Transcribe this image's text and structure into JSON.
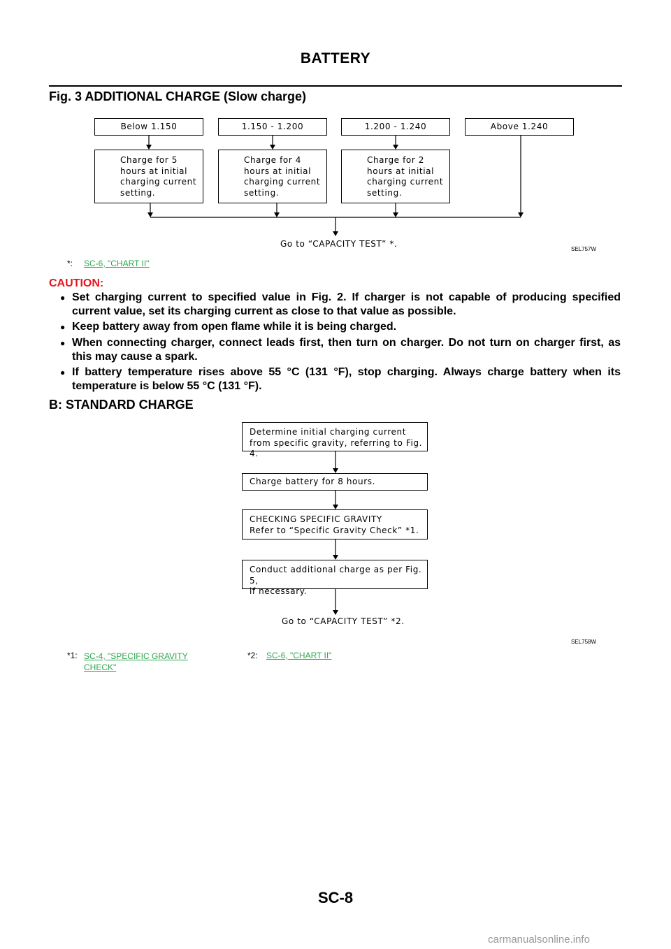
{
  "header": {
    "title": "BATTERY"
  },
  "fig3": {
    "heading": "Fig. 3 ADDITIONAL CHARGE (Slow charge)",
    "ranges": [
      "Below 1.150",
      "1.150 - 1.200",
      "1.200 - 1.240",
      "Above 1.240"
    ],
    "actions": [
      "Charge for 5\nhours at initial\ncharging current\nsetting.",
      "Charge for 4\nhours at initial\ncharging current\nsetting.",
      "Charge for 2\nhours at initial\ncharging current\nsetting."
    ],
    "goto": "Go to “CAPACITY TEST” *.",
    "figure_id": "SEL757W",
    "footnote": {
      "key": "*:",
      "link": "SC-6, \"CHART II\""
    }
  },
  "caution": {
    "label": "CAUTION:",
    "bullet_mark": "●",
    "items": [
      "Set charging current to specified value in Fig. 2. If charger is not capable of producing specified current value, set its charging current as close to that value as possible.",
      "Keep battery away from open flame while it is being charged.",
      "When connecting charger, connect leads first, then turn on charger. Do not turn on charger first, as this may cause a spark.",
      "If battery temperature rises above 55 °C (131 °F), stop charging. Always charge battery when its temperature is below 55 °C (131 °F)."
    ]
  },
  "standard": {
    "heading": "B: STANDARD CHARGE",
    "steps": [
      "Determine initial charging current\nfrom specific gravity, referring to Fig. 4.",
      "Charge battery for 8 hours.",
      "CHECKING SPECIFIC GRAVITY\nRefer to “Specific Gravity Check” *1.",
      "Conduct additional charge as per Fig. 5,\nif necessary."
    ],
    "goto": "Go to “CAPACITY TEST” *2.",
    "figure_id": "SEL758W",
    "footnotes": [
      {
        "key": "*1:",
        "link": "SC-4, \"SPECIFIC GRAVITY CHECK\""
      },
      {
        "key": "*2:",
        "link": "SC-6, \"CHART II\""
      }
    ]
  },
  "footer": {
    "page": "SC-8",
    "watermark": "carmanualsonline.info"
  }
}
